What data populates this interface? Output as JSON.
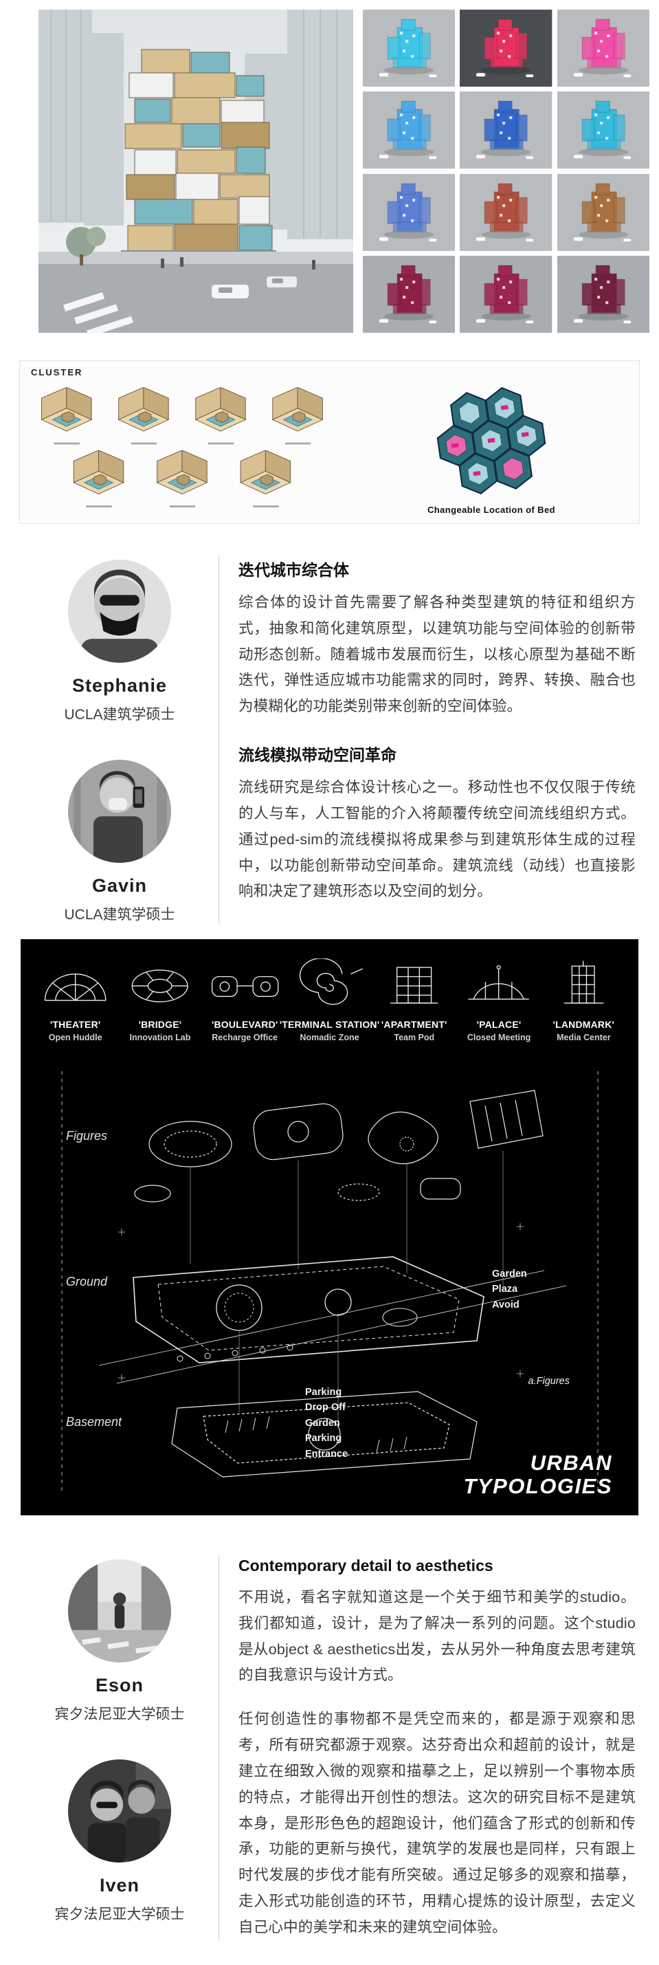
{
  "colors": {
    "page_bg": "#ffffff",
    "panel_bg": "#000000",
    "panel_fg": "#ffffff",
    "tile_bg": "#b9bcbf",
    "accent_teal": "#2d6e7c",
    "accent_magenta": "#e0218a",
    "wood": "#d9c091",
    "divider": "#cccccc"
  },
  "iterations": {
    "tiles": [
      {
        "bg": "#b9bcbf",
        "color": "#3ec6ea"
      },
      {
        "bg": "#4a4d52",
        "color": "#e8315f"
      },
      {
        "bg": "#b9bcbf",
        "color": "#ef4fa6"
      },
      {
        "bg": "#b9bcbf",
        "color": "#4aa8e8"
      },
      {
        "bg": "#b9bcbf",
        "color": "#3466c8"
      },
      {
        "bg": "#b9bcbf",
        "color": "#35b9dd"
      },
      {
        "bg": "#b9bcbf",
        "color": "#5b7fd4"
      },
      {
        "bg": "#b9bcbf",
        "color": "#b0503e"
      },
      {
        "bg": "#b9bcbf",
        "color": "#a8703f"
      },
      {
        "bg": "#a9acb0",
        "color": "#8e2047"
      },
      {
        "bg": "#a9acb0",
        "color": "#9c2450"
      },
      {
        "bg": "#a9acb0",
        "color": "#74203f"
      }
    ]
  },
  "cluster": {
    "label": "CLUSTER",
    "caption": "Changeable Location of Bed"
  },
  "profiles_ucla": {
    "members": [
      {
        "name": "Stephanie",
        "credential": "UCLA建筑学硕士"
      },
      {
        "name": "Gavin",
        "credential": "UCLA建筑学硕士"
      }
    ],
    "articles": [
      {
        "heading": "迭代城市综合体",
        "body": "综合体的设计首先需要了解各种类型建筑的特征和组织方式，抽象和简化建筑原型，以建筑功能与空间体验的创新带动形态创新。随着城市发展而衍生，以核心原型为基础不断迭代，弹性适应城市功能需求的同时，跨界、转换、融合也为模糊化的功能类别带来创新的空间体验。"
      },
      {
        "heading": "流线模拟带动空间革命",
        "body": "流线研究是综合体设计核心之一。移动性也不仅仅限于传统的人与车，人工智能的介入将颠覆传统空间流线组织方式。通过ped-sim的流线模拟将成果参与到建筑形体生成的过程中，以功能创新带动空间革命。建筑流线（动线）也直接影响和决定了建筑形态以及空间的划分。"
      }
    ]
  },
  "typologies": {
    "items": [
      {
        "title": "'THEATER'",
        "subtitle": "Open Huddle"
      },
      {
        "title": "'BRIDGE'",
        "subtitle": "Innovation Lab"
      },
      {
        "title": "'BOULEVARD'",
        "subtitle": "Recharge Office"
      },
      {
        "title": "'TERMINAL STATION'",
        "subtitle": "Nomadic Zone"
      },
      {
        "title": "'APARTMENT'",
        "subtitle": "Team Pod"
      },
      {
        "title": "'PALACE'",
        "subtitle": "Closed Meeting"
      },
      {
        "title": "'LANDMARK'",
        "subtitle": "Media Center"
      }
    ],
    "level_labels": [
      "Figures",
      "Ground",
      "Basement"
    ],
    "annotations": {
      "garden": [
        "Garden",
        "Plaza",
        "Avoid"
      ],
      "parking": [
        "Parking",
        "Drop Off",
        "Garden",
        "Parking",
        "Entrance"
      ],
      "figures_note": "a.Figures"
    },
    "watermark": [
      "URBAN",
      "TYPOLOGIES"
    ]
  },
  "profiles_penn": {
    "members": [
      {
        "name": "Eson",
        "credential": "宾夕法尼亚大学硕士"
      },
      {
        "name": "Iven",
        "credential": "宾夕法尼亚大学硕士"
      }
    ],
    "article": {
      "heading": "Contemporary detail to aesthetics",
      "paragraphs": [
        "不用说，看名字就知道这是一个关于细节和美学的studio。我们都知道，设计，是为了解决一系列的问题。这个studio是从object & aesthetics出发，去从另外一种角度去思考建筑的自我意识与设计方式。",
        "任何创造性的事物都不是凭空而来的，都是源于观察和思考，所有研究都源于观察。达芬奇出众和超前的设计，就是建立在细致入微的观察和描摹之上，足以辨别一个事物本质的特点，才能得出开创性的想法。这次的研究目标不是建筑本身，是形形色色的超跑设计，他们蕴含了形式的创新和传承，功能的更新与换代，建筑学的发展也是同样，只有跟上时代发展的步伐才能有所突破。通过足够多的观察和描摹，走入形式功能创造的环节，用精心提炼的设计原型，去定义自己心中的美学和未来的建筑空间体验。"
      ]
    }
  }
}
